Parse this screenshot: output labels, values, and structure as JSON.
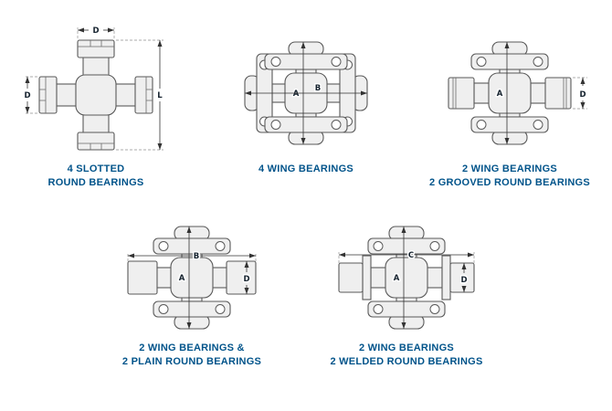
{
  "theme": {
    "background": "#ffffff",
    "caption_color": "#00538a",
    "line_color": "#5a5a5a",
    "part_fill": "#efefef",
    "dimension_color": "#333333"
  },
  "diagrams": [
    {
      "name": "4-slotted-round-bearings",
      "caption_line1": "4 SLOTTED",
      "caption_line2": "ROUND BEARINGS",
      "dim_labels": {
        "top_width": "D",
        "left_diameter": "D",
        "length": "L"
      }
    },
    {
      "name": "4-wing-bearings",
      "caption_line1": "4 WING BEARINGS",
      "caption_line2": "",
      "dim_labels": {
        "across_wings": "A",
        "across_width": "B"
      }
    },
    {
      "name": "2-wing-2-grooved-round-bearings",
      "caption_line1": "2 WING BEARINGS",
      "caption_line2": "2 GROOVED ROUND BEARINGS",
      "dim_labels": {
        "across_wings": "A",
        "diameter": "D"
      }
    },
    {
      "name": "2-wing-2-plain-round-bearings",
      "caption_line1": "2 WING BEARINGS &",
      "caption_line2": "2 PLAIN ROUND BEARINGS",
      "dim_labels": {
        "across_wings": "A",
        "overall_width": "B",
        "diameter": "D"
      }
    },
    {
      "name": "2-wing-2-welded-round-bearings",
      "caption_line1": "2 WING BEARINGS",
      "caption_line2": "2 WELDED ROUND BEARINGS",
      "dim_labels": {
        "across_wings": "A",
        "overall_width": "C",
        "diameter": "D"
      }
    }
  ]
}
